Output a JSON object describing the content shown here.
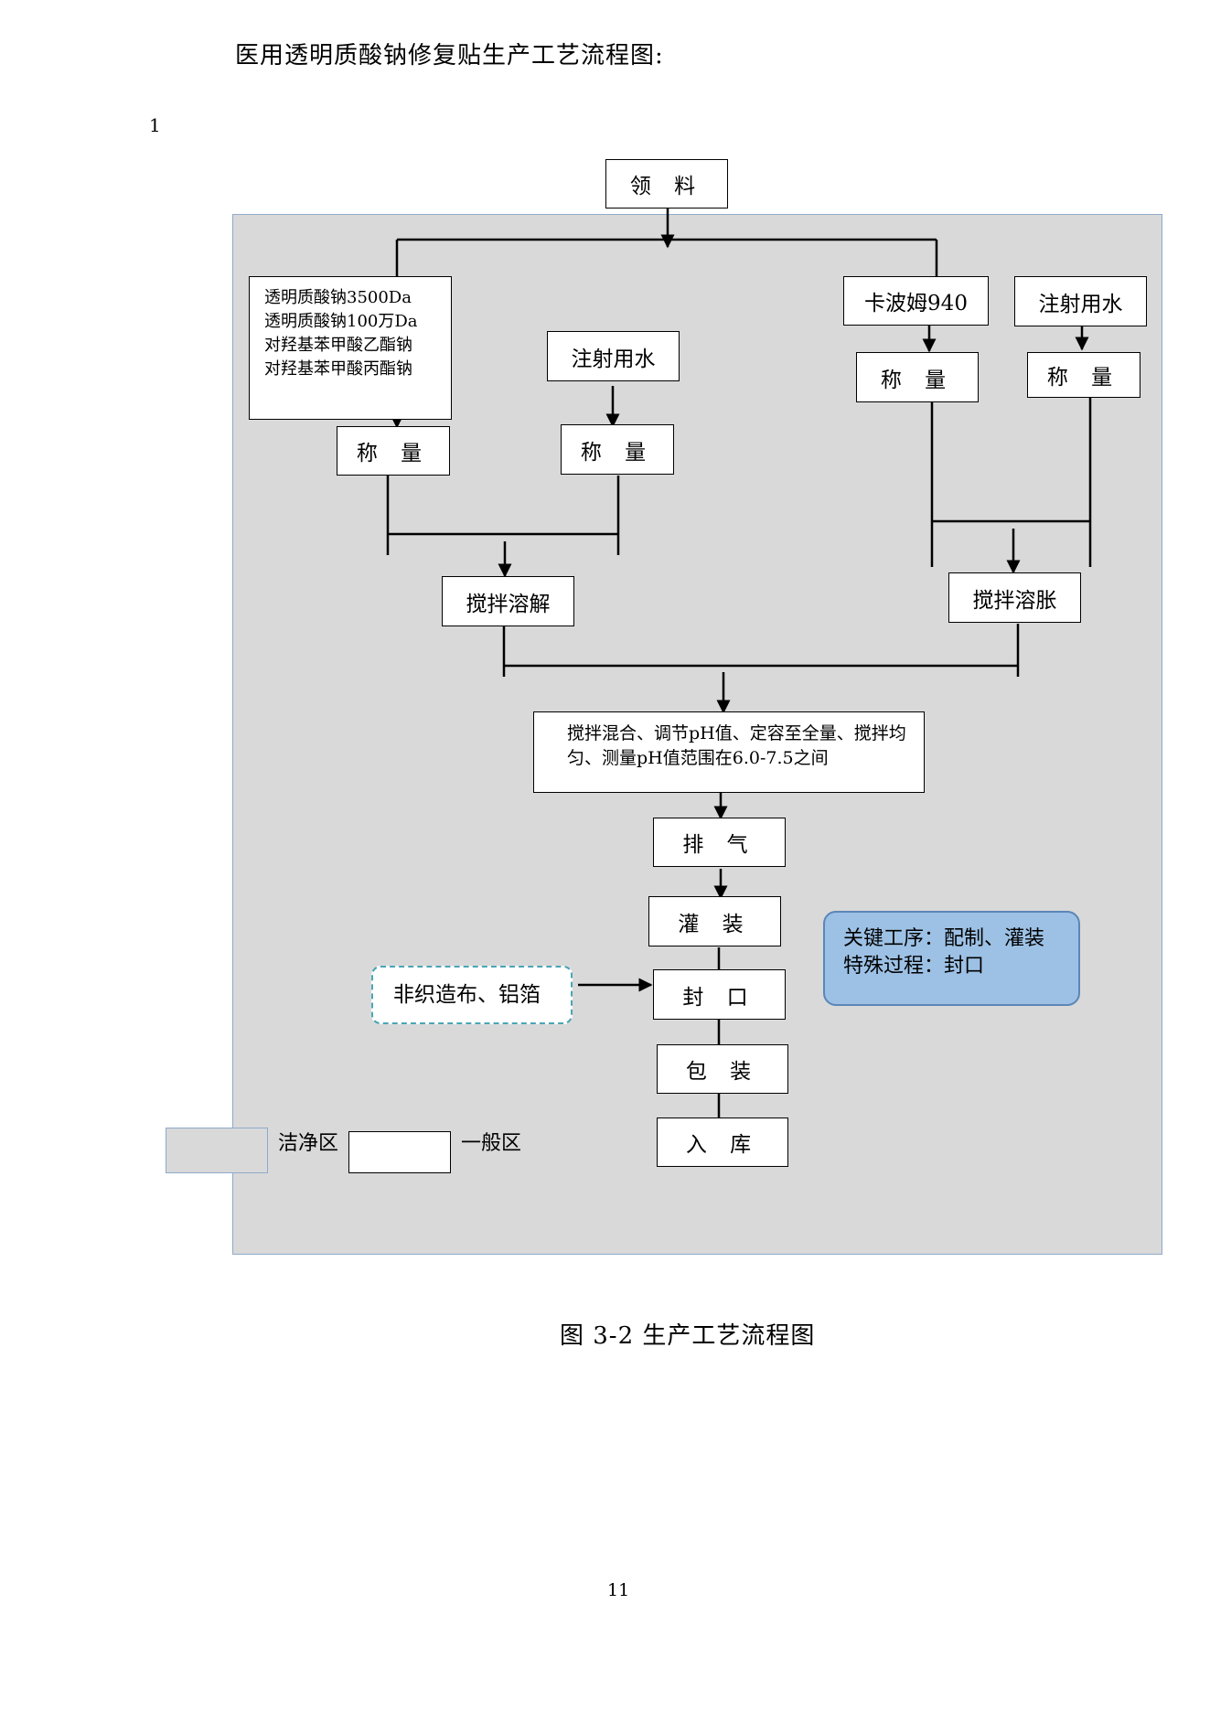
{
  "document": {
    "heading": "医用透明质酸钠修复贴生产工艺流程图:",
    "margin_number": "1",
    "caption": "图 3-2 生产工艺流程图",
    "page_number": "11"
  },
  "flowchart": {
    "start": "领 料",
    "left_branch": {
      "materials": [
        "透明质酸钠3500Da",
        "透明质酸钠100万Da",
        "对羟基苯甲酸乙酯钠",
        "对羟基苯甲酸丙酯钠"
      ],
      "water": "注射用水",
      "weigh_materials": "称 量",
      "weigh_water": "称 量",
      "process": "搅拌溶解"
    },
    "right_branch": {
      "carbomer": "卡波姆940",
      "water": "注射用水",
      "weigh_carbomer": "称 量",
      "weigh_water": "称 量",
      "process": "搅拌溶胀"
    },
    "mix_step": "搅拌混合、调节pH值、定容至全量、搅拌均匀、测量pH值范围在6.0-7.5之间",
    "degas": "排 气",
    "fill": "灌 装",
    "seal": "封 口",
    "seal_material": "非织造布、铝箔",
    "pack": "包 装",
    "store": "入 库",
    "note": {
      "line1": "关键工序：配制、灌装",
      "line2": "特殊过程：封口"
    },
    "legend": {
      "clean": "洁净区",
      "general": "一般区"
    },
    "colors": {
      "clean_area": "#d9d9d9",
      "note_fill": "#9dc1e5",
      "material_border": "#4aa5b5"
    }
  }
}
